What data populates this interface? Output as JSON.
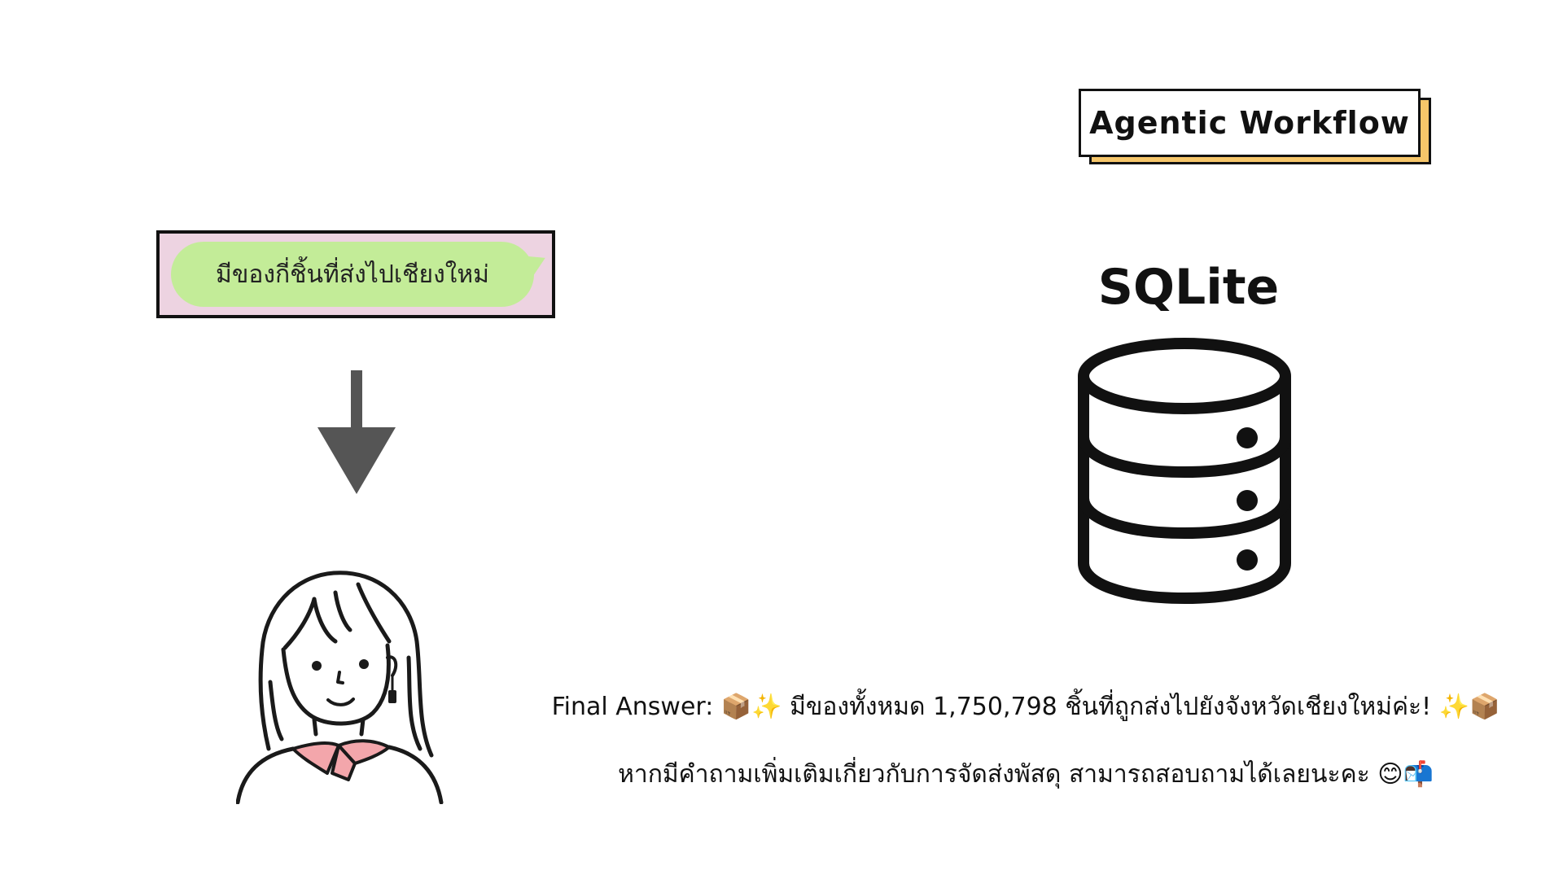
{
  "badge": {
    "label": "Agentic Workflow"
  },
  "chat": {
    "message": "มีของกี่ชิ้นที่ส่งไปเชียงใหม่"
  },
  "database": {
    "label": "SQLite"
  },
  "answer": {
    "line1": "Final Answer: 📦✨ มีของทั้งหมด 1,750,798 ชิ้นที่ถูกส่งไปยังจังหวัดเชียงใหม่ค่ะ! ✨📦",
    "line2": "หากมีคำถามเพิ่มเติมเกี่ยวกับการจัดส่งพัสดุ สามารถสอบถามได้เลยนะคะ 😊📬"
  },
  "colors": {
    "badge_shadow": "#f6c66a",
    "chat_frame_bg": "#edd3e1",
    "chat_bubble_bg": "#c3ec98",
    "arrow": "#555555",
    "scarf": "#f3a6ab"
  }
}
